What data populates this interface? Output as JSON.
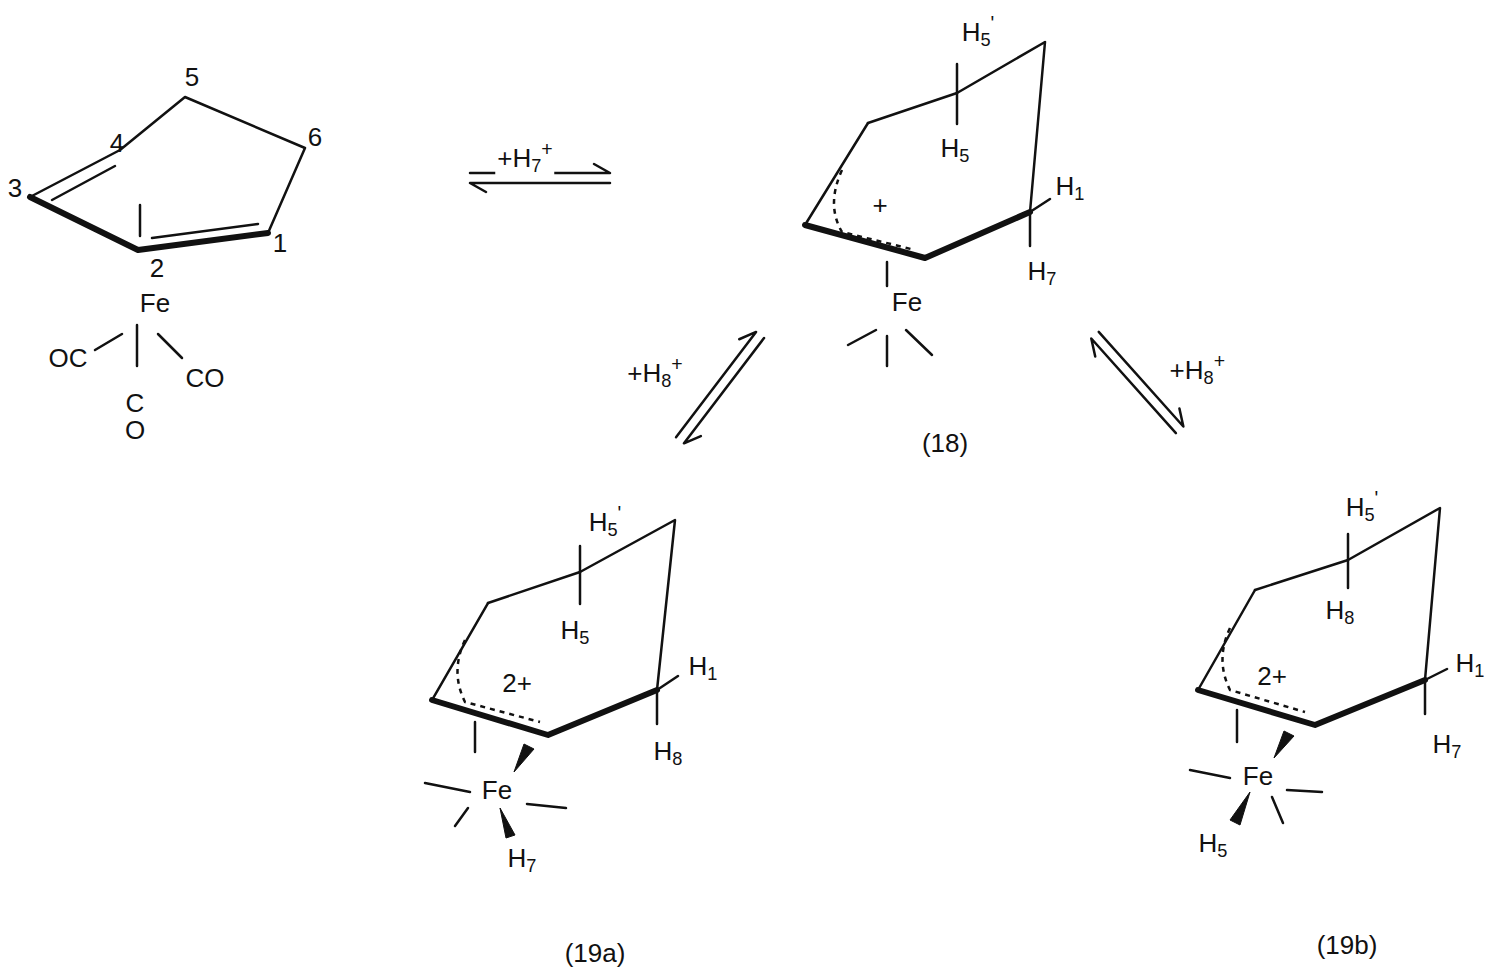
{
  "diagram": {
    "nodes": [
      {
        "text": [
          "5",
          "4",
          "6",
          "3",
          "2",
          "1",
          "Fe",
          "OC",
          "CO",
          "C",
          "O"
        ]
      },
      {
        "text": [
          "H5'",
          "H5",
          "+",
          "H1",
          "Fe",
          "H7",
          "(18)"
        ]
      },
      {
        "text": [
          "H5'",
          "H5",
          "2+",
          "H1",
          "Fe",
          "H8",
          "H7",
          "(19a)"
        ]
      },
      {
        "text": [
          "H5'",
          "H8",
          "2+",
          "H1",
          "H7",
          "Fe",
          "H5",
          "(19b)"
        ]
      }
    ],
    "edges": [
      {
        "from": 0,
        "to": 1,
        "label": "+H7+",
        "arrow": "both"
      },
      {
        "from": 1,
        "to": 2,
        "label": "+H8+",
        "arrow": "both"
      },
      {
        "from": 1,
        "to": 3,
        "label": "+H8+",
        "arrow": "both"
      }
    ]
  }
}
